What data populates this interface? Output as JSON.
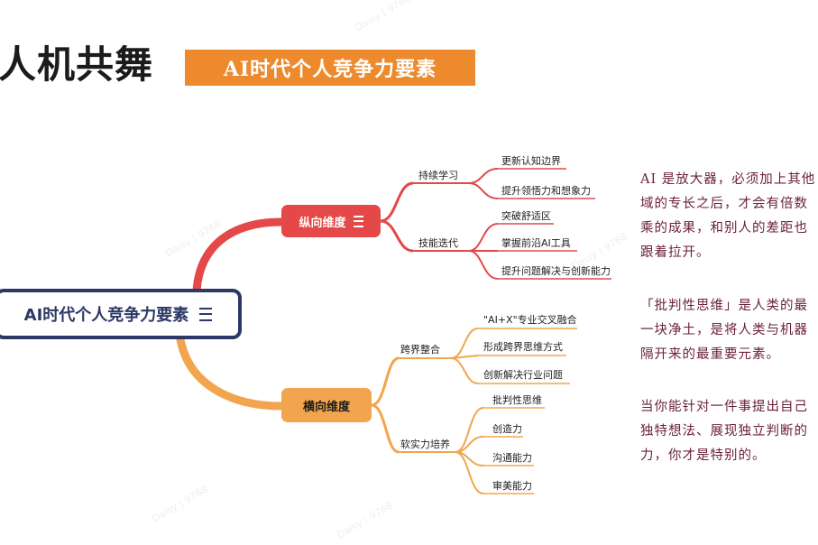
{
  "header": {
    "title": "人机共舞",
    "banner": "AI时代个人竞争力要素"
  },
  "mindmap": {
    "root": "AI时代个人竞争力要素",
    "branch_vertical": {
      "label": "纵向维度",
      "groups": [
        {
          "label": "持续学习",
          "items": [
            "更新认知边界",
            "提升领悟力和想象力"
          ]
        },
        {
          "label": "技能迭代",
          "items": [
            "突破舒适区",
            "掌握前沿AI工具",
            "提升问题解决与创新能力"
          ]
        }
      ]
    },
    "branch_horizontal": {
      "label": "横向维度",
      "groups": [
        {
          "label": "跨界整合",
          "items": [
            "\"AI+X\"专业交叉融合",
            "形成跨界思维方式",
            "创新解决行业问题"
          ]
        },
        {
          "label": "软实力培养",
          "items": [
            "批判性思维",
            "创造力",
            "沟通能力",
            "审美能力"
          ]
        }
      ]
    }
  },
  "side_text": {
    "paragraph1": [
      "AI 是放大器，必须加上其他",
      "域的专长之后，才会有倍数",
      "乘的成果，和别人的差距也",
      "跟着拉开。"
    ],
    "paragraph2": [
      "「批判性思维」是人类的最",
      "一块净土，是将人类与机器",
      "隔开来的最重要元素。"
    ],
    "paragraph3": [
      "当你能针对一件事提出自己",
      "独特想法、展现独立判断的",
      "力，你才是特别的。"
    ]
  },
  "watermark": "Daisy | 9768",
  "colors": {
    "accent_orange": "#ec8a2d",
    "branch_red": "#e44848",
    "branch_orange": "#f2a54e",
    "root_border": "#2c3866",
    "side_text": "#6b2236"
  }
}
